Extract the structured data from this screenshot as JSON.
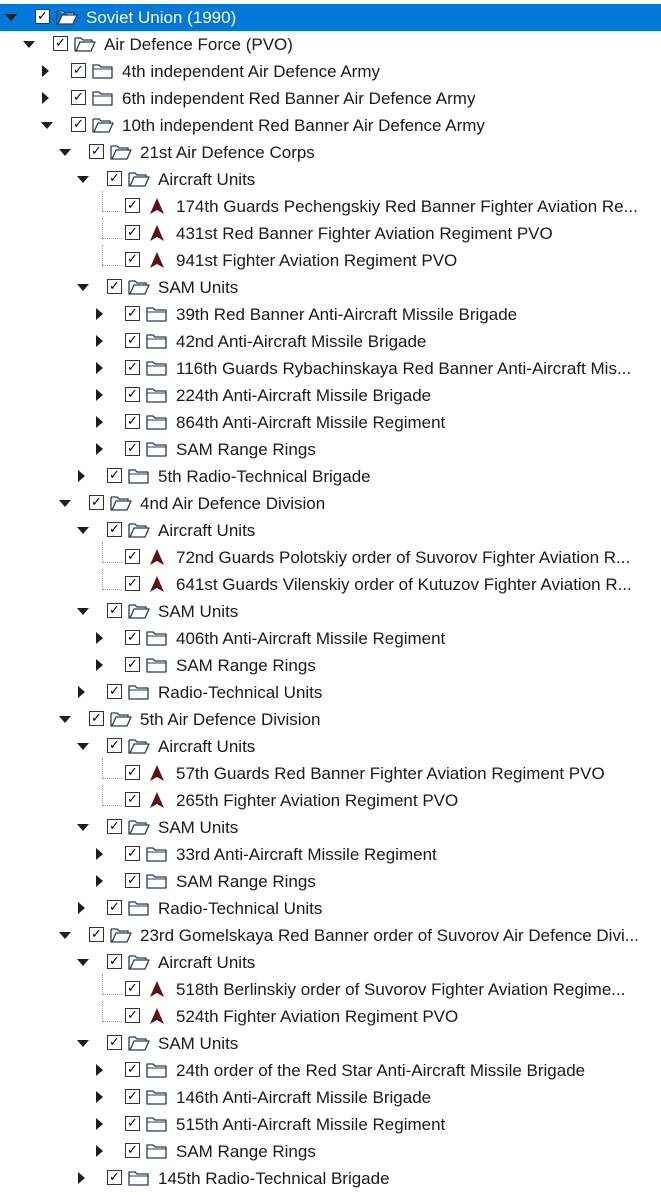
{
  "tree": {
    "items": [
      {
        "label": "Soviet Union (1990)",
        "depth": 0,
        "state": "expanded",
        "checked": true,
        "icon": "folder-open-icon",
        "selected": true
      },
      {
        "label": "Air Defence Force (PVO)",
        "depth": 1,
        "state": "expanded",
        "checked": true,
        "icon": "folder-open-icon"
      },
      {
        "label": "4th independent Air Defence Army",
        "depth": 2,
        "state": "collapsed",
        "checked": true,
        "icon": "folder-icon"
      },
      {
        "label": "6th independent Red Banner Air Defence Army",
        "depth": 2,
        "state": "collapsed",
        "checked": true,
        "icon": "folder-icon"
      },
      {
        "label": "10th independent Red Banner Air Defence Army",
        "depth": 2,
        "state": "expanded",
        "checked": true,
        "icon": "folder-open-icon"
      },
      {
        "label": "21st Air Defence Corps",
        "depth": 3,
        "state": "expanded",
        "checked": true,
        "icon": "folder-open-icon"
      },
      {
        "label": "Aircraft Units",
        "depth": 4,
        "state": "expanded",
        "checked": true,
        "icon": "folder-open-icon"
      },
      {
        "label": "174th Guards Pechengskiy Red Banner Fighter Aviation Re...",
        "depth": 5,
        "state": "leaf",
        "checked": true,
        "icon": "aircraft-icon"
      },
      {
        "label": "431st Red Banner Fighter Aviation Regiment PVO",
        "depth": 5,
        "state": "leaf",
        "checked": true,
        "icon": "aircraft-icon"
      },
      {
        "label": "941st Fighter Aviation Regiment PVO",
        "depth": 5,
        "state": "leaf",
        "checked": true,
        "icon": "aircraft-icon"
      },
      {
        "label": "SAM Units",
        "depth": 4,
        "state": "expanded",
        "checked": true,
        "icon": "folder-open-icon"
      },
      {
        "label": "39th Red Banner Anti-Aircraft Missile Brigade",
        "depth": 5,
        "state": "collapsed",
        "checked": true,
        "icon": "folder-icon"
      },
      {
        "label": "42nd Anti-Aircraft Missile Brigade",
        "depth": 5,
        "state": "collapsed",
        "checked": true,
        "icon": "folder-icon"
      },
      {
        "label": "116th Guards Rybachinskaya Red Banner Anti-Aircraft Mis...",
        "depth": 5,
        "state": "collapsed",
        "checked": true,
        "icon": "folder-icon"
      },
      {
        "label": "224th Anti-Aircraft Missile Brigade",
        "depth": 5,
        "state": "collapsed",
        "checked": true,
        "icon": "folder-icon"
      },
      {
        "label": "864th Anti-Aircraft Missile Regiment",
        "depth": 5,
        "state": "collapsed",
        "checked": true,
        "icon": "folder-icon"
      },
      {
        "label": "SAM Range Rings",
        "depth": 5,
        "state": "collapsed",
        "checked": true,
        "icon": "folder-icon"
      },
      {
        "label": "5th Radio-Technical Brigade",
        "depth": 4,
        "state": "collapsed",
        "checked": true,
        "icon": "folder-icon"
      },
      {
        "label": "4nd Air Defence Division",
        "depth": 3,
        "state": "expanded",
        "checked": true,
        "icon": "folder-open-icon"
      },
      {
        "label": "Aircraft Units",
        "depth": 4,
        "state": "expanded",
        "checked": true,
        "icon": "folder-open-icon"
      },
      {
        "label": "72nd Guards Polotskiy order of Suvorov Fighter Aviation R...",
        "depth": 5,
        "state": "leaf",
        "checked": true,
        "icon": "aircraft-icon"
      },
      {
        "label": "641st Guards Vilenskiy order of Kutuzov Fighter Aviation R...",
        "depth": 5,
        "state": "leaf",
        "checked": true,
        "icon": "aircraft-icon"
      },
      {
        "label": "SAM Units",
        "depth": 4,
        "state": "expanded",
        "checked": true,
        "icon": "folder-open-icon"
      },
      {
        "label": "406th Anti-Aircraft Missile Regiment",
        "depth": 5,
        "state": "collapsed",
        "checked": true,
        "icon": "folder-icon"
      },
      {
        "label": "SAM Range Rings",
        "depth": 5,
        "state": "collapsed",
        "checked": true,
        "icon": "folder-icon"
      },
      {
        "label": "Radio-Technical Units",
        "depth": 4,
        "state": "collapsed",
        "checked": true,
        "icon": "folder-icon"
      },
      {
        "label": "5th Air Defence Division",
        "depth": 3,
        "state": "expanded",
        "checked": true,
        "icon": "folder-open-icon"
      },
      {
        "label": "Aircraft Units",
        "depth": 4,
        "state": "expanded",
        "checked": true,
        "icon": "folder-open-icon"
      },
      {
        "label": "57th Guards Red Banner Fighter Aviation Regiment PVO",
        "depth": 5,
        "state": "leaf",
        "checked": true,
        "icon": "aircraft-icon"
      },
      {
        "label": "265th Fighter Aviation Regiment PVO",
        "depth": 5,
        "state": "leaf",
        "checked": true,
        "icon": "aircraft-icon"
      },
      {
        "label": "SAM Units",
        "depth": 4,
        "state": "expanded",
        "checked": true,
        "icon": "folder-open-icon"
      },
      {
        "label": "33rd Anti-Aircraft Missile Regiment",
        "depth": 5,
        "state": "collapsed",
        "checked": true,
        "icon": "folder-icon"
      },
      {
        "label": "SAM Range Rings",
        "depth": 5,
        "state": "collapsed",
        "checked": true,
        "icon": "folder-icon"
      },
      {
        "label": "Radio-Technical Units",
        "depth": 4,
        "state": "collapsed",
        "checked": true,
        "icon": "folder-icon"
      },
      {
        "label": "23rd Gomelskaya Red Banner order of Suvorov Air Defence Divi...",
        "depth": 3,
        "state": "expanded",
        "checked": true,
        "icon": "folder-open-icon"
      },
      {
        "label": "Aircraft Units",
        "depth": 4,
        "state": "expanded",
        "checked": true,
        "icon": "folder-open-icon"
      },
      {
        "label": "518th Berlinskiy order of Suvorov Fighter Aviation Regime...",
        "depth": 5,
        "state": "leaf",
        "checked": true,
        "icon": "aircraft-icon"
      },
      {
        "label": "524th Fighter Aviation Regiment PVO",
        "depth": 5,
        "state": "leaf",
        "checked": true,
        "icon": "aircraft-icon"
      },
      {
        "label": "SAM Units",
        "depth": 4,
        "state": "expanded",
        "checked": true,
        "icon": "folder-open-icon"
      },
      {
        "label": "24th order of the Red Star Anti-Aircraft Missile Brigade",
        "depth": 5,
        "state": "collapsed",
        "checked": true,
        "icon": "folder-icon"
      },
      {
        "label": "146th Anti-Aircraft Missile Brigade",
        "depth": 5,
        "state": "collapsed",
        "checked": true,
        "icon": "folder-icon"
      },
      {
        "label": "515th Anti-Aircraft Missile Regiment",
        "depth": 5,
        "state": "collapsed",
        "checked": true,
        "icon": "folder-icon"
      },
      {
        "label": "SAM Range Rings",
        "depth": 5,
        "state": "collapsed",
        "checked": true,
        "icon": "folder-icon"
      },
      {
        "label": "145th Radio-Technical Brigade",
        "depth": 4,
        "state": "collapsed",
        "checked": true,
        "icon": "folder-icon"
      }
    ]
  },
  "colors": {
    "selection": "#0078d7",
    "aircraft_icon": "#5a1414",
    "folder_stroke": "#2b3a55"
  }
}
